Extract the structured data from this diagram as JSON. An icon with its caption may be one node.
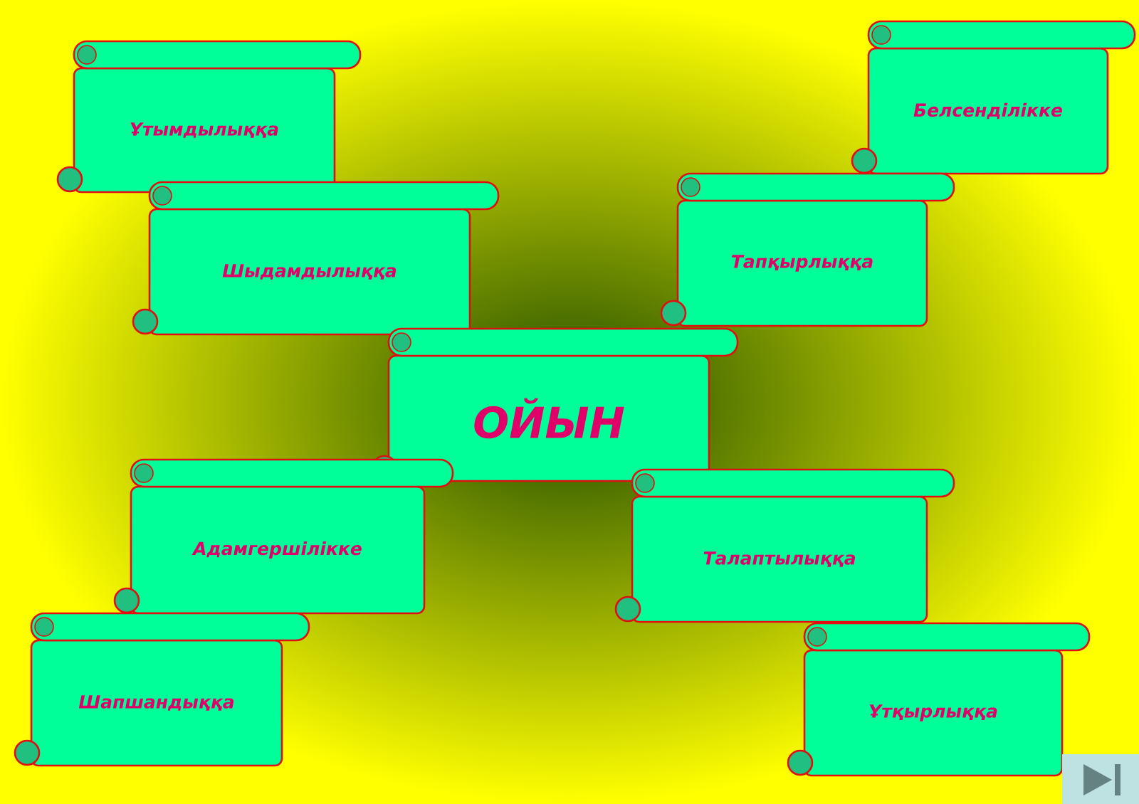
{
  "diagram": {
    "nodes": [
      {
        "text": [
          "Ұтымдылыққа"
        ]
      },
      {
        "text": [
          "Белсенділікке"
        ]
      },
      {
        "text": [
          "Шыдамдылыққа"
        ]
      },
      {
        "text": [
          "Тапқырлыққа"
        ]
      },
      {
        "text": [
          "ОЙЫН"
        ]
      },
      {
        "text": [
          "Адамгершілікке"
        ]
      },
      {
        "text": [
          "Талаптылыққа"
        ]
      },
      {
        "text": [
          "Шапшандыққа"
        ]
      },
      {
        "text": [
          "Ұтқырлыққа"
        ]
      }
    ]
  }
}
